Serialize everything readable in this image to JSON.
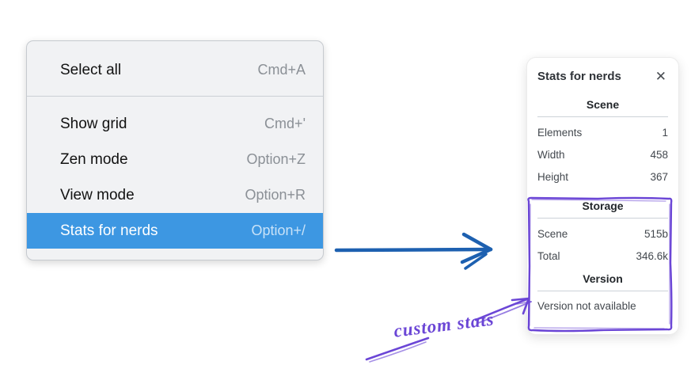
{
  "context_menu": {
    "items": [
      {
        "label": "Select all",
        "shortcut": "Cmd+A"
      },
      {
        "label": "Show grid",
        "shortcut": "Cmd+'"
      },
      {
        "label": "Zen mode",
        "shortcut": "Option+Z"
      },
      {
        "label": "View mode",
        "shortcut": "Option+R"
      },
      {
        "label": "Stats for nerds",
        "shortcut": "Option+/"
      }
    ],
    "selected_item": "Stats for nerds",
    "selected_bg_color": "#3d97e2"
  },
  "stats_panel": {
    "title": "Stats for nerds",
    "close_glyph": "✕",
    "sections": [
      {
        "heading": "Scene",
        "rows": [
          {
            "label": "Elements",
            "value": "1"
          },
          {
            "label": "Width",
            "value": "458"
          },
          {
            "label": "Height",
            "value": "367"
          }
        ]
      },
      {
        "heading": "Storage",
        "rows": [
          {
            "label": "Scene",
            "value": "515b"
          },
          {
            "label": "Total",
            "value": "346.6k"
          }
        ]
      },
      {
        "heading": "Version",
        "note": "Version not available"
      }
    ]
  },
  "annotation": {
    "label": "custom stats",
    "color": "#6b46d6"
  },
  "pointer_arrow": {
    "color": "#1d60b0"
  }
}
